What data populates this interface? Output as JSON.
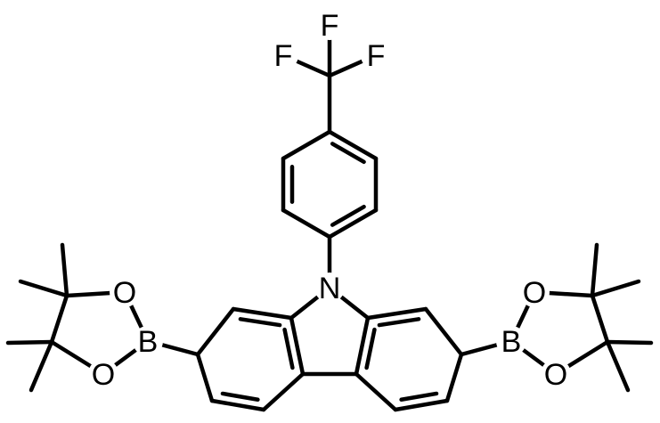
{
  "molecule": {
    "atom_labels": {
      "f1": "F",
      "f2": "F",
      "f3": "F",
      "n": "N",
      "b_left": "B",
      "o_left_top": "O",
      "o_left_bottom": "O",
      "b_right": "B",
      "o_right_top": "O",
      "o_right_bottom": "O"
    }
  }
}
